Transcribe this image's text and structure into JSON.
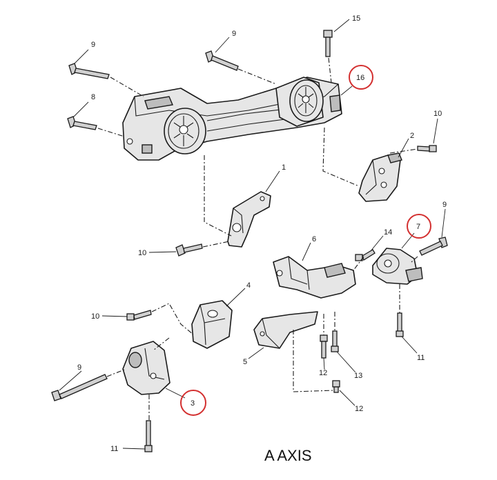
{
  "diagram": {
    "caption": "A AXIS",
    "highlight_color": "#d32f2f",
    "callouts": {
      "c15": "15",
      "c9_top_left": "9",
      "c9_top_mid": "9",
      "c16": "16",
      "c8": "8",
      "c2": "2",
      "c10_right": "10",
      "c1": "1",
      "c10_mid": "10",
      "c6": "6",
      "c14": "14",
      "c7": "7",
      "c9_right": "9",
      "c4": "4",
      "c10_low": "10",
      "c11_right": "11",
      "c5": "5",
      "c9_low": "9",
      "c12_upper": "12",
      "c13": "13",
      "c3": "3",
      "c12_lower": "12",
      "c11_bottom": "11"
    },
    "highlighted": [
      "16",
      "7",
      "3"
    ]
  }
}
